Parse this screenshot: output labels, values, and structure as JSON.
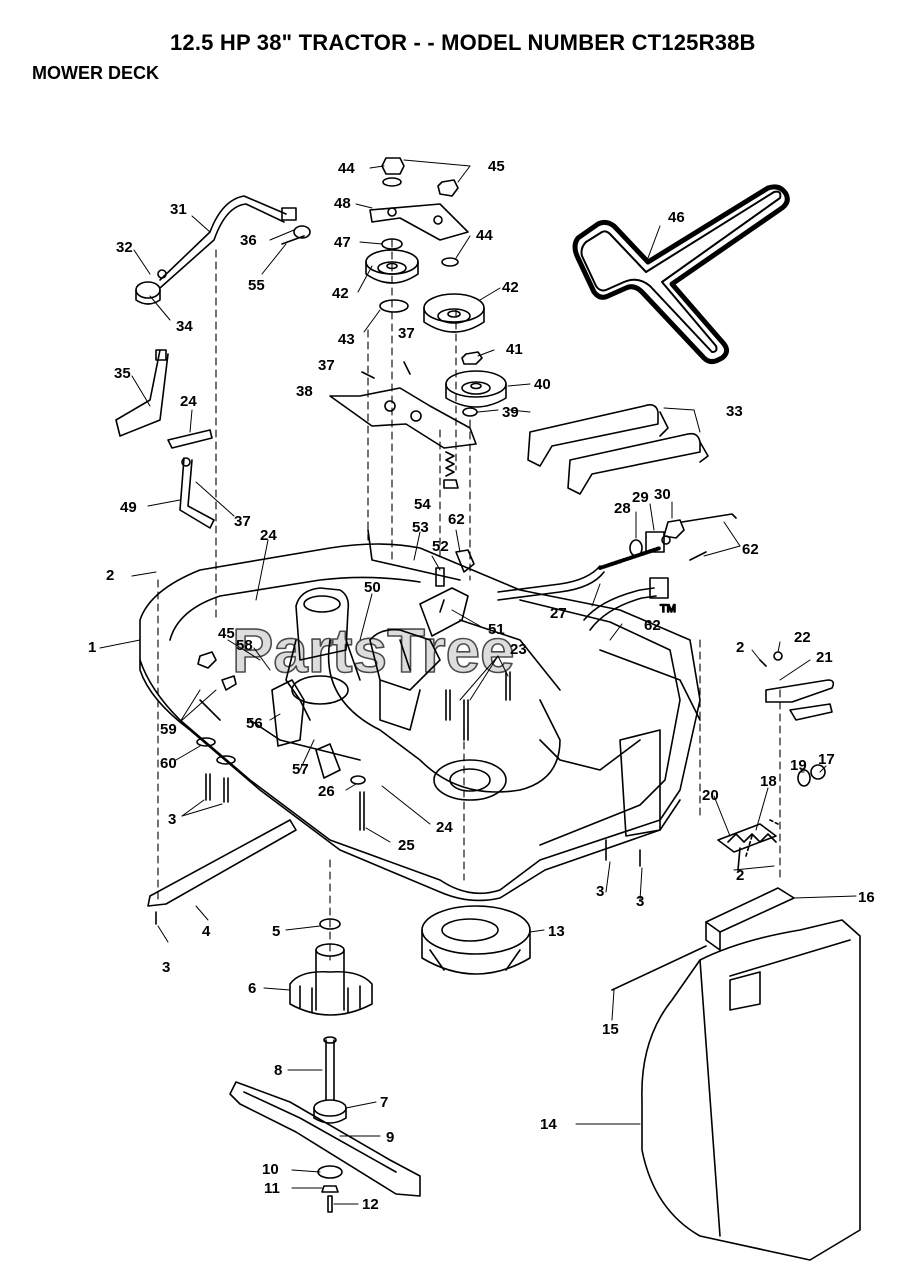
{
  "header": {
    "title": "12.5 HP 38\" TRACTOR - - MODEL NUMBER CT125R38B",
    "section": "MOWER DECK"
  },
  "watermark": {
    "text": "PartsTree",
    "tm": "TM"
  },
  "callouts": {
    "c1": "1",
    "c2a": "2",
    "c2b": "2",
    "c2c": "2",
    "c3a": "3",
    "c3b": "3",
    "c3c": "3",
    "c3d": "3",
    "c4": "4",
    "c5": "5",
    "c6": "6",
    "c7": "7",
    "c8": "8",
    "c9": "9",
    "c10": "10",
    "c11": "11",
    "c12": "12",
    "c13": "13",
    "c14": "14",
    "c15": "15",
    "c16": "16",
    "c17": "17",
    "c18": "18",
    "c19": "19",
    "c20": "20",
    "c21": "21",
    "c22": "22",
    "c23": "23",
    "c24a": "24",
    "c24b": "24",
    "c24c": "24",
    "c25": "25",
    "c26": "26",
    "c27": "27",
    "c28": "28",
    "c29": "29",
    "c30": "30",
    "c31": "31",
    "c32": "32",
    "c33": "33",
    "c34": "34",
    "c35": "35",
    "c36": "36",
    "c37a": "37",
    "c37b": "37",
    "c37c": "37",
    "c38": "38",
    "c39": "39",
    "c40": "40",
    "c41": "41",
    "c42a": "42",
    "c42b": "42",
    "c43": "43",
    "c44a": "44",
    "c44b": "44",
    "c45a": "45",
    "c45b": "45",
    "c46": "46",
    "c47": "47",
    "c48": "48",
    "c49": "49",
    "c50": "50",
    "c51": "51",
    "c52": "52",
    "c53": "53",
    "c54": "54",
    "c55": "55",
    "c56": "56",
    "c57": "57",
    "c58": "58",
    "c59": "59",
    "c60": "60",
    "c62a": "62",
    "c62b": "62",
    "c62c": "62"
  }
}
